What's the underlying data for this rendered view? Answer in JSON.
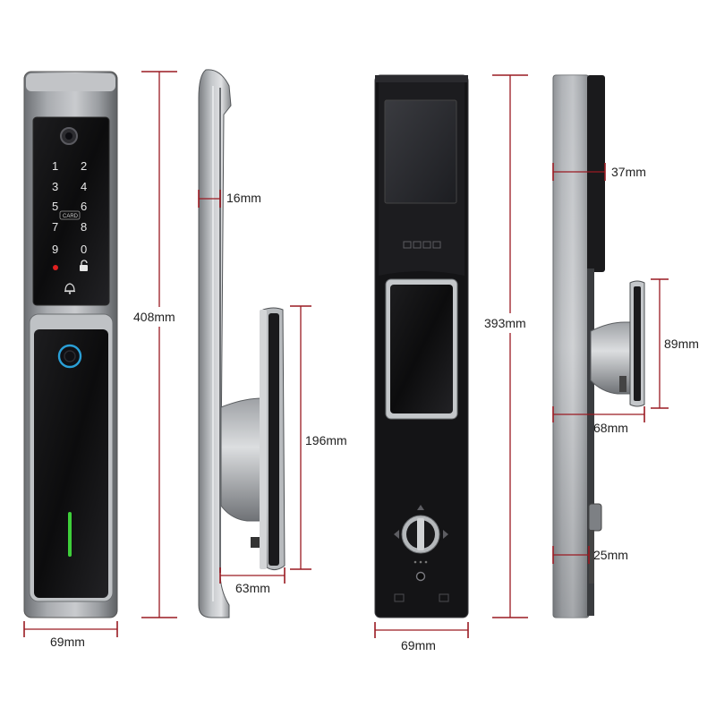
{
  "keypad": {
    "keys": [
      "1",
      "2",
      "3",
      "4",
      "5",
      "6",
      "7",
      "8",
      "9",
      "0"
    ],
    "card_label": "CARD"
  },
  "dimensions": {
    "front_height": "408mm",
    "front_width": "69mm",
    "handle_offset": "16mm",
    "inner_handle_height": "196mm",
    "inner_handle_depth": "63mm",
    "back_height": "393mm",
    "back_width": "69mm",
    "back_depth": "37mm",
    "back_handle_height": "89mm",
    "back_handle_depth": "68mm",
    "back_bottom_depth": "25mm"
  },
  "colors": {
    "dimension_line": "#9a1a22",
    "body_silver": "#8e9195",
    "panel_black": "#141414",
    "fingerprint_ring": "#2a9fd6",
    "indicator_green": "#3ecf3a",
    "indicator_red": "#e02020"
  }
}
